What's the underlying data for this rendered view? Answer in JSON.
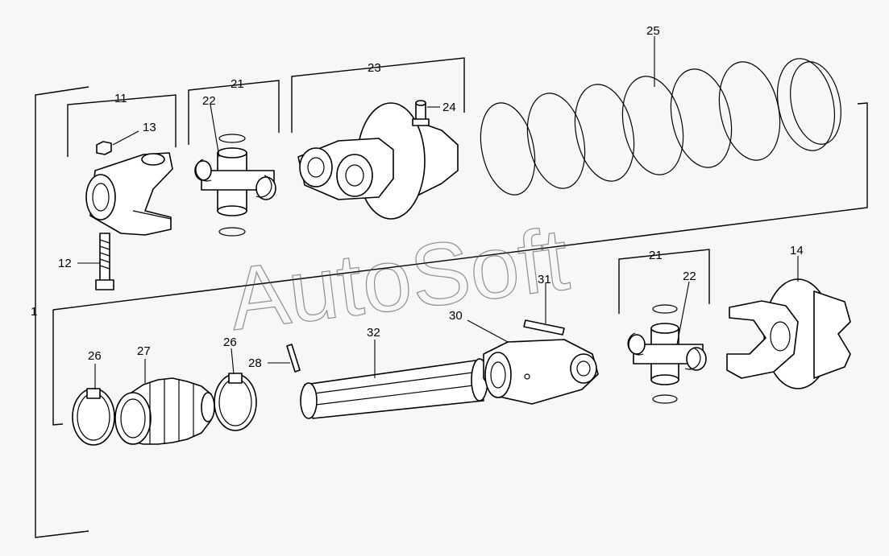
{
  "watermark": "AutoSoft",
  "callouts": {
    "c1": "1",
    "c11": "11",
    "c12": "12",
    "c13": "13",
    "c14": "14",
    "c21a": "21",
    "c21b": "21",
    "c22a": "22",
    "c22b": "22",
    "c23": "23",
    "c24": "24",
    "c25": "25",
    "c26a": "26",
    "c26b": "26",
    "c27": "27",
    "c28": "28",
    "c30": "30",
    "c31": "31",
    "c32": "32"
  }
}
